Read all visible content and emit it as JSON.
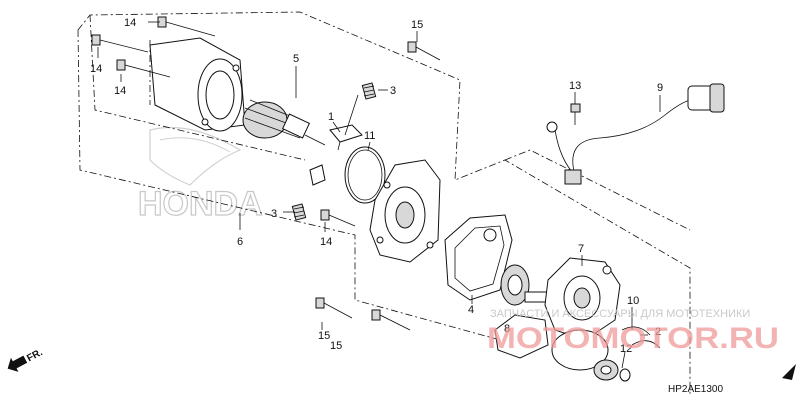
{
  "diagram": {
    "drawing_code": "HP2AE1300",
    "fr_label": "FR.",
    "brand_watermark": "HONDA",
    "watermark_caption": "ЗАПЧАСТИ И АКСЕССУАРЫ ДЛЯ МОТОТЕХНИКИ",
    "watermark_site": "MOTOMOTOR.RU",
    "callouts": {
      "c14a": "14",
      "c14b": "14",
      "c14c": "14",
      "c14d": "14",
      "c15a": "15",
      "c15b": "15",
      "c15c": "15",
      "c5": "5",
      "c3a": "3",
      "c3b": "3",
      "c1": "1",
      "c11": "11",
      "c6": "6",
      "c13": "13",
      "c9": "9",
      "c7": "7",
      "c4": "4",
      "c8": "8",
      "c10": "10",
      "c2": "2",
      "c12": "12"
    }
  }
}
